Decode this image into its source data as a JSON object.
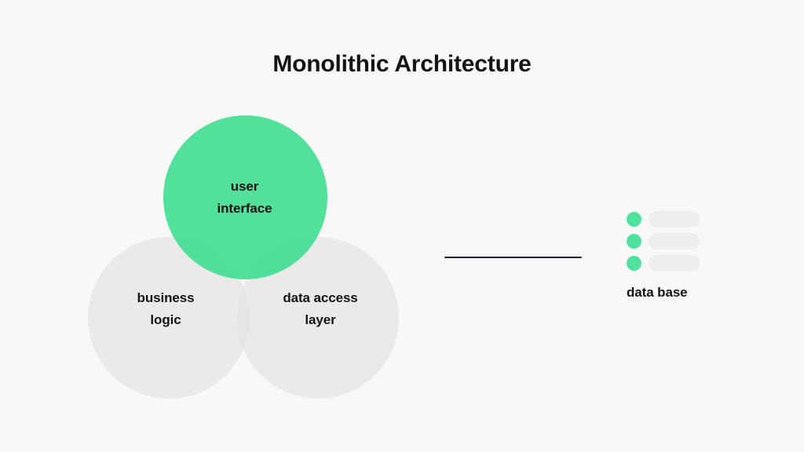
{
  "page": {
    "title": "Monolithic Architecture",
    "background_color": "#f8f8f8"
  },
  "colors": {
    "accent_green": "#4ee29c",
    "circle_gray": "#ebebeb",
    "bar_gray": "#eeeeee",
    "text": "#141414",
    "line": "#1f2430"
  },
  "diagram": {
    "type": "venn-overlap",
    "circles": [
      {
        "id": "business-logic",
        "label": "business\nlogic",
        "fill": "#ebebeb",
        "role": "layer"
      },
      {
        "id": "data-access-layer",
        "label": "data access\nlayer",
        "fill": "#ebebeb",
        "role": "layer"
      },
      {
        "id": "user-interface",
        "label": "user\ninterface",
        "fill": "#4ee29c",
        "role": "layer"
      }
    ],
    "connector": {
      "id": "app-to-database-link",
      "style": "solid-line"
    },
    "database": {
      "caption": "data base",
      "rows": [
        {
          "dot_color": "#4ee29c",
          "bar_color": "#eeeeee"
        },
        {
          "dot_color": "#4ee29c",
          "bar_color": "#eeeeee"
        },
        {
          "dot_color": "#4ee29c",
          "bar_color": "#eeeeee"
        }
      ]
    }
  }
}
